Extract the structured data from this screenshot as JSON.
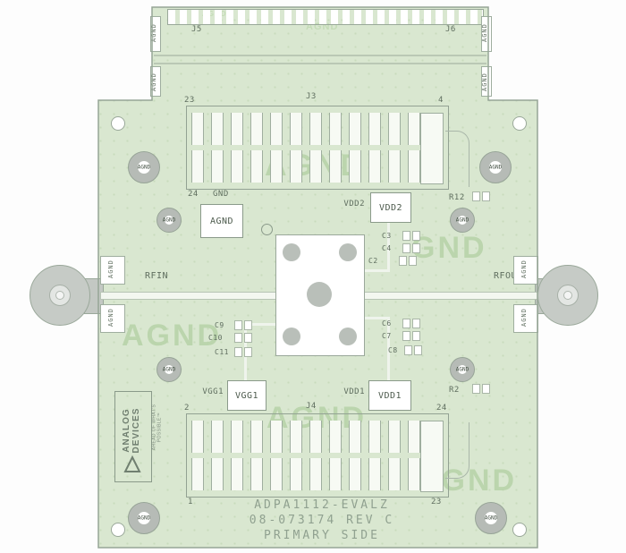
{
  "colors": {
    "board_green": "#d9e7d0",
    "silkscreen_gray": "#8a9a8a",
    "watermark_green": "#b9d4ab",
    "pad_gray": "#b6bbb6"
  },
  "nets": {
    "agnd": "AGND",
    "gnd": "GND",
    "rfin": "RFIN",
    "rfout": "RFOUT",
    "vdd1": "VDD1",
    "vdd2": "VDD2",
    "vgg1": "VGG1"
  },
  "refdes": {
    "j3": "J3",
    "j4": "J4",
    "j5": "J5",
    "j6": "J6",
    "r12": "R12",
    "r2": "R2",
    "c2": "C2",
    "c3": "C3",
    "c4": "C4",
    "c6": "C6",
    "c7": "C7",
    "c8": "C8",
    "c9": "C9",
    "c10": "C10",
    "c11": "C11"
  },
  "pin_numbers": {
    "p1": "1",
    "p2": "2",
    "p4": "4",
    "p23": "23",
    "p24": "24"
  },
  "board_text": {
    "line1": "ADPA1112-EVALZ",
    "line2": "08-073174 REV C",
    "line3": "PRIMARY SIDE"
  },
  "logo": {
    "line1": "ANALOG",
    "line2": "DEVICES",
    "tagline": "AHEAD OF WHAT'S POSSIBLE™"
  }
}
